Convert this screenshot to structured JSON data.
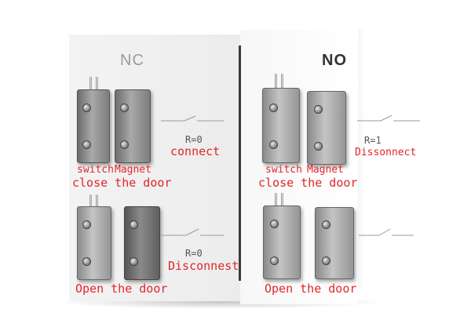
{
  "headings": {
    "nc": "NC",
    "no": "NO"
  },
  "nc_closed": {
    "r_value": "R=0",
    "state": "connect",
    "switch_label": "switch",
    "magnet_label": "Magnet",
    "caption": "close the door"
  },
  "nc_open": {
    "r_value": "R=0",
    "state": "Disconnest",
    "caption": "Open the door"
  },
  "no_closed": {
    "r_value": "R=1",
    "state": "Dissonnect",
    "switch_label": "switch",
    "magnet_label": "Magnet",
    "caption": "close the door"
  },
  "no_open": {
    "caption": "Open the door"
  },
  "icons": [
    "switch-symbol-icon",
    "screw-icon",
    "terminal-pin-icon"
  ]
}
